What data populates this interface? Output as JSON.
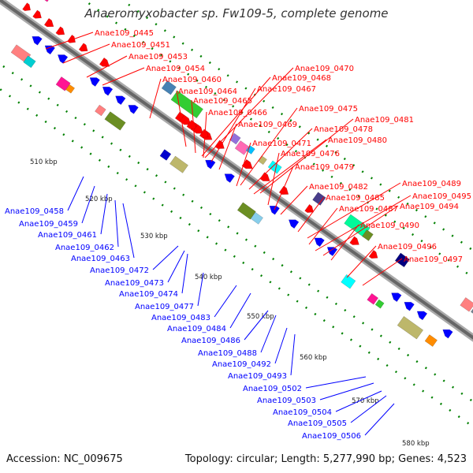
{
  "title": "Anaeromyxobacter sp. Fw109-5, complete genome",
  "accession_text": "Accession: NC_009675",
  "summary_text": "Topology: circular; Length: 5,277,990 bp; Genes: 4,523",
  "colors": {
    "forward": "#ff0000",
    "reverse": "#0000ff",
    "tick": "#008000",
    "backbone": "#888888"
  },
  "tick_labels": [
    "510 kbp",
    "520 kbp",
    "530 kbp",
    "540 kbp",
    "550 kbp",
    "560 kbp",
    "570 kbp",
    "580 kbp"
  ],
  "forward_genes": [
    "Anae109_0445",
    "Anae109_0451",
    "Anae109_0453",
    "Anae109_0454",
    "Anae109_0460",
    "Anae109_0464",
    "Anae109_0465",
    "Anae109_0466",
    "Anae109_0469",
    "Anae109_0467",
    "Anae109_0468",
    "Anae109_0470",
    "Anae109_0475",
    "Anae109_0481",
    "Anae109_0478",
    "Anae109_0471",
    "Anae109_0480",
    "Anae109_0476",
    "Anae109_0479",
    "Anae109_0482",
    "Anae109_0489",
    "Anae109_0485",
    "Anae109_0495",
    "Anae109_0487",
    "Anae109_0494",
    "Anae109_0490",
    "Anae109_0496",
    "Anae109_0497"
  ],
  "reverse_genes": [
    "Anae109_0458",
    "Anae109_0459",
    "Anae109_0461",
    "Anae109_0462",
    "Anae109_0463",
    "Anae109_0472",
    "Anae109_0473",
    "Anae109_0474",
    "Anae109_0477",
    "Anae109_0483",
    "Anae109_0484",
    "Anae109_0486",
    "Anae109_0488",
    "Anae109_0492",
    "Anae109_0493",
    "Anae109_0502",
    "Anae109_0503",
    "Anae109_0504",
    "Anae109_0505",
    "Anae109_0506"
  ]
}
